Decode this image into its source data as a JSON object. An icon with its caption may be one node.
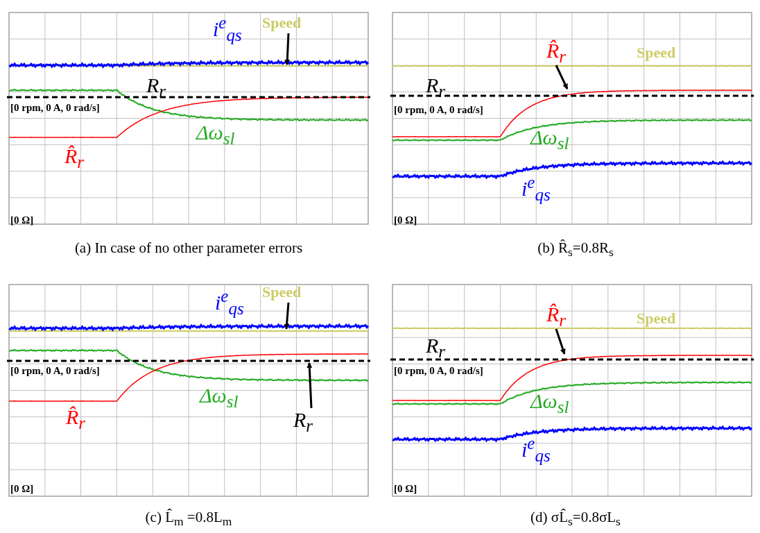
{
  "diagram": {
    "nodes": [
      {
        "text": [
          "Speed"
        ]
      },
      {
        "text": [
          "R̂$_{r}$"
        ]
      },
      {
        "text": [
          "Speed"
        ]
      },
      {
        "text": [
          "R$_{r}$"
        ]
      },
      {
        "text": [
          "R̂$_{r}$"
        ]
      },
      {
        "text": [],
        "shape": "line"
      },
      {
        "text": [],
        "shape": "line"
      },
      {
        "text": [],
        "shape": "line"
      },
      {
        "text": [],
        "shape": "line"
      },
      {
        "text": [],
        "shape": "line"
      }
    ],
    "edges": [
      {
        "from": 0,
        "to": 5,
        "arrow": "to"
      },
      {
        "from": 1,
        "to": 6,
        "arrow": "to"
      },
      {
        "from": 2,
        "to": 7,
        "arrow": "to"
      },
      {
        "from": 3,
        "to": 8,
        "arrow": "to"
      },
      {
        "from": 4,
        "to": 9,
        "arrow": "to"
      }
    ],
    "labels": [
      "i$^{e}$$_{qs}$",
      "R$_{r}$",
      "[0 rpm, 0 A, 0 rad/s]",
      "Δω$_{sl}$",
      "R̂$_{r}$",
      "[0 Ω]",
      "Speed",
      "R$_{r}$",
      "[0 rpm, 0 A, 0 rad/s]",
      "Δω$_{sl}$",
      "i$^{e}$$_{qs}$",
      "[0 Ω]",
      "(a) In case of no other parameter errors",
      "(b) R̂$_{s}$=0.8R$_{s}$",
      "i$^{e}$$_{qs}$",
      "[0 rpm, 0 A, 0 rad/s]",
      "Δω$_{sl}$",
      "R̂$_{r}$",
      "[0 Ω]",
      "Speed",
      "R$_{r}$",
      "[0 rpm, 0 A, 0 rad/s]",
      "Δω$_{sl}$",
      "i$^{e}$$_{qs}$",
      "[0 Ω]",
      "(c) L̂$_{m}$ =0.8L$_{m}$",
      "(d) σL̂$_{s}$=0.8σL$_{s}$"
    ]
  }
}
